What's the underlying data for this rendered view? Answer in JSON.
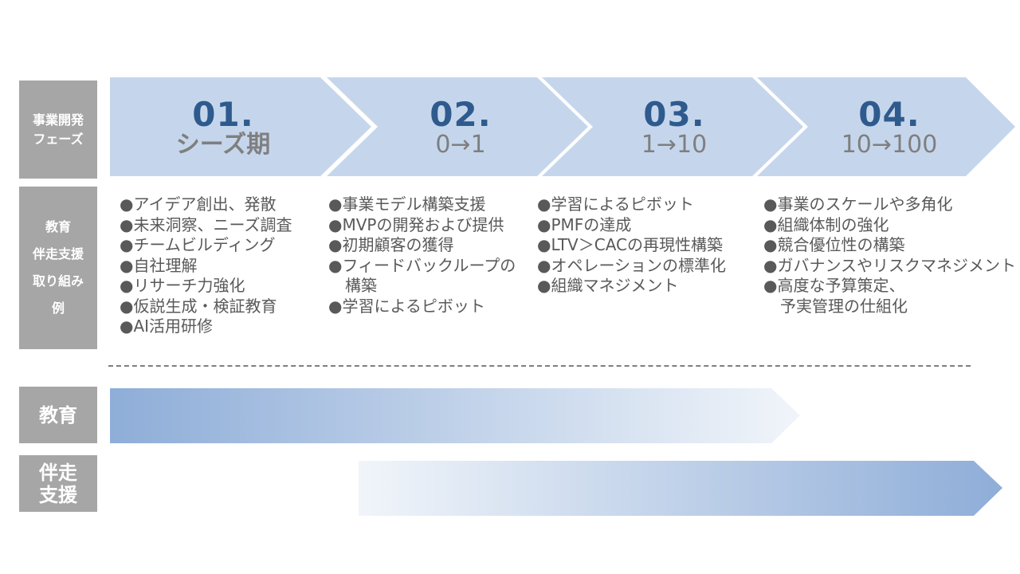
{
  "labels": {
    "phase": [
      "事業開発",
      "フェーズ"
    ],
    "examples": [
      "教育",
      "伴走支援",
      "取り組み",
      "例"
    ],
    "education": "教育",
    "support": [
      "伴走",
      "支援"
    ]
  },
  "phases": [
    {
      "num": "01.",
      "sub": "シーズ期"
    },
    {
      "num": "02.",
      "sub": "0→1"
    },
    {
      "num": "03.",
      "sub": "1→10"
    },
    {
      "num": "04.",
      "sub": "10→100"
    }
  ],
  "columns": [
    [
      {
        "text": "●アイデア創出、発散"
      },
      {
        "text": "●未来洞察、ニーズ調査"
      },
      {
        "text": "●チームビルディング"
      },
      {
        "text": "●自社理解"
      },
      {
        "text": "●リサーチ力強化"
      },
      {
        "text": "●仮説生成・検証教育"
      },
      {
        "text": "●AI活用研修"
      }
    ],
    [
      {
        "text": "●事業モデル構築支援"
      },
      {
        "text": "●MVPの開発および提供"
      },
      {
        "text": "●初期顧客の獲得"
      },
      {
        "text": "●フィードバックループの"
      },
      {
        "text": "構築",
        "cont": true
      },
      {
        "text": "●学習によるピボット"
      }
    ],
    [
      {
        "text": "●学習によるピボット"
      },
      {
        "text": "●PMFの達成"
      },
      {
        "text": "●LTV＞CACの再現性構築"
      },
      {
        "text": "●オペレーションの標準化"
      },
      {
        "text": "●組織マネジメント"
      }
    ],
    [
      {
        "text": "●事業のスケールや多角化"
      },
      {
        "text": "●組織体制の強化"
      },
      {
        "text": "●競合優位性の構築"
      },
      {
        "text": "●ガバナンスやリスクマネジメント"
      },
      {
        "text": "●高度な予算策定、"
      },
      {
        "text": "予実管理の仕組化",
        "cont": true
      }
    ]
  ],
  "colors": {
    "chevron_fill": "#c5d6ec",
    "number_text": "#2f5a8e",
    "sub_text": "#7f7f7f",
    "label_box": "#a6a6a6",
    "band_strong": "#8eadd8",
    "band_light": "#f1f5fa"
  }
}
